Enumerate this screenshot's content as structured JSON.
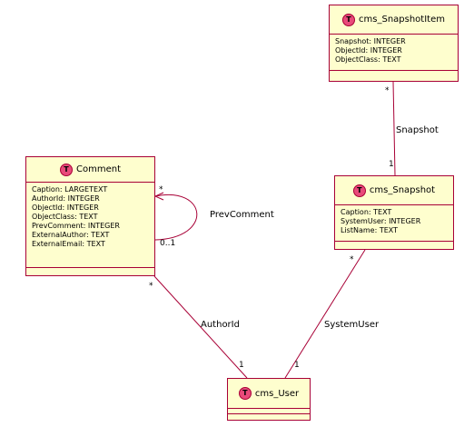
{
  "badge_letter": "T",
  "entities": {
    "snapshotitem": {
      "name": "cms_SnapshotItem",
      "fields": [
        "Snapshot: INTEGER",
        "ObjectId: INTEGER",
        "ObjectClass: TEXT"
      ]
    },
    "comment": {
      "name": "Comment",
      "fields": [
        "Caption: LARGETEXT",
        "AuthorId: INTEGER",
        "ObjectId: INTEGER",
        "ObjectClass: TEXT",
        "PrevComment: INTEGER",
        "ExternalAuthor: TEXT",
        "ExternalEmail: TEXT"
      ]
    },
    "snapshot": {
      "name": "cms_Snapshot",
      "fields": [
        "Caption: TEXT",
        "SystemUser: INTEGER",
        "ListName: TEXT"
      ]
    },
    "user": {
      "name": "cms_User",
      "fields": []
    }
  },
  "relations": {
    "snapshot": {
      "label": "Snapshot",
      "from_mult": "*",
      "to_mult": "1"
    },
    "prevcomment": {
      "label": "PrevComment",
      "from_mult": "*",
      "to_mult": "0..1"
    },
    "authorid": {
      "label": "AuthorId",
      "from_mult": "*",
      "to_mult": "1"
    },
    "systemuser": {
      "label": "SystemUser",
      "from_mult": "*",
      "to_mult": "1"
    }
  },
  "colors": {
    "entity_fill": "#fefece",
    "entity_border": "#a80036",
    "badge_fill": "#e84a7a",
    "line": "#a80036"
  }
}
